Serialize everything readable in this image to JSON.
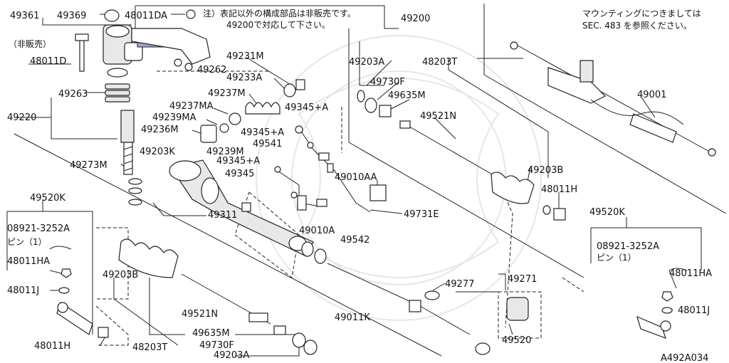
{
  "diagram": {
    "note_line1": "注）表記以外の構成部品は非販売です。",
    "note_line2": "49200で対応して下さい。",
    "mounting_note_line1": "マウンティングにつきましては",
    "mounting_note_line2": "SEC. 483 を参照ください。",
    "not_sold_label": "（非販売）",
    "pin_label": "ピン（1）",
    "figure_code": "A492A034",
    "highlight_color": "#9aa6d6",
    "parts": {
      "p49361": "49361",
      "p49369": "49369",
      "p48011DA": "48011DA",
      "p49200": "49200",
      "p48011D": "48011D",
      "p49262": "49262",
      "p49231M": "49231M",
      "p49233A": "49233A",
      "p49237M": "49237M",
      "p49237MA": "49237MA",
      "p49239MA": "49239MA",
      "p49236M": "49236M",
      "p49239M": "49239M",
      "p49263": "49263",
      "p49220": "49220",
      "p49203K": "49203K",
      "p49273M": "49273M",
      "p49345_a1": "49345+A",
      "p49345_a2": "49345+A",
      "p49541": "49541",
      "p49345_b": "49345+A",
      "p49345": "49345",
      "p49010AA": "49010AA",
      "p49010A": "49010A",
      "p49731E": "49731E",
      "p49542": "49542",
      "p49311": "49311",
      "p49203A_top": "49203A",
      "p49730F_top": "49730F",
      "p49635M_top": "49635M",
      "p48203T_top": "48203T",
      "p49521N_top": "49521N",
      "p49203B_right": "49203B",
      "p48011H_right": "48011H",
      "p49001": "49001",
      "p49520K_left": "49520K",
      "p08921_left": "08921-3252A",
      "p48011HA_left": "48011HA",
      "p48011J_left": "48011J",
      "p48011H_left": "48011H",
      "p49203B_left": "49203B",
      "p49521N_bottom": "49521N",
      "p49635M_bottom": "49635M",
      "p49730F_bottom": "49730F",
      "p48203T_bottom": "48203T",
      "p49203A_bottom": "49203A",
      "p49011K": "49011K",
      "p49277": "49277",
      "p49271": "49271",
      "p49520": "49520",
      "p49520K_right": "49520K",
      "p08921_right": "08921-3252A",
      "p48011HA_right": "48011HA",
      "p48011J_right": "48011J"
    }
  }
}
